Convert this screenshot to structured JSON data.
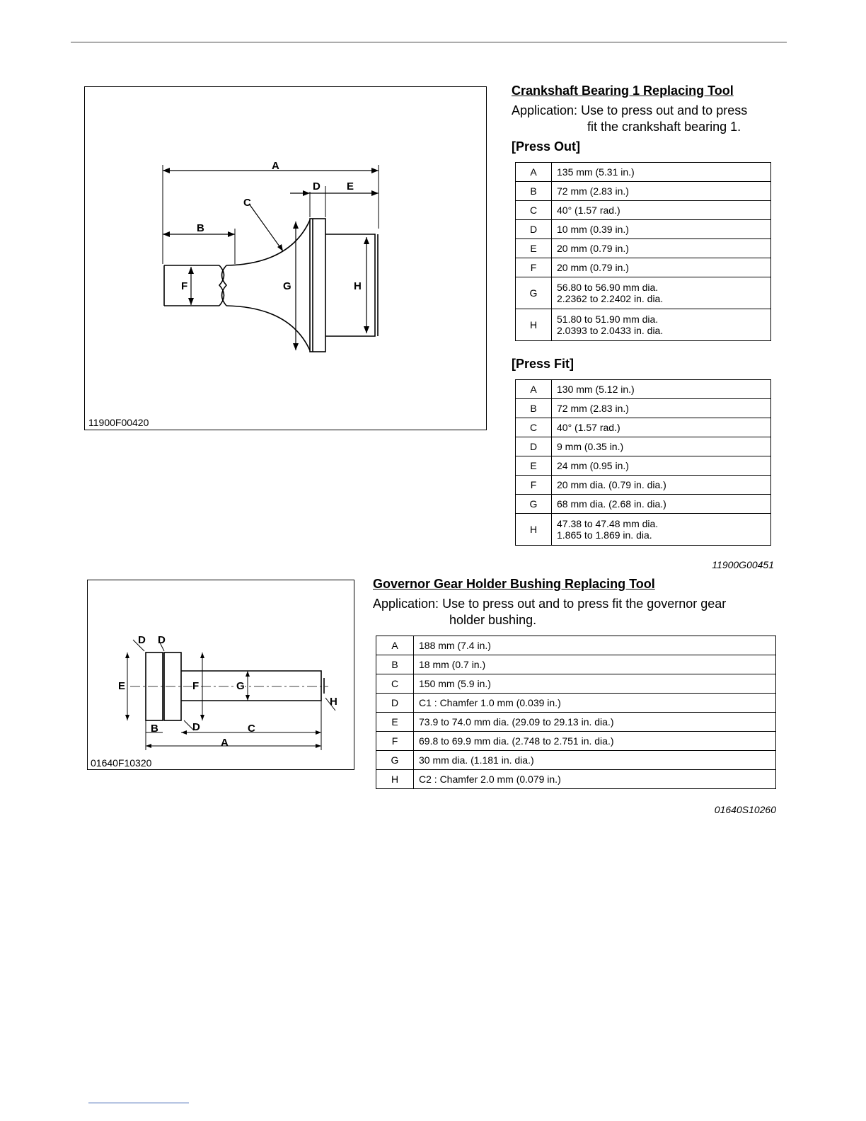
{
  "crankshaft_tool": {
    "title": "Crankshaft Bearing 1 Replacing Tool",
    "application_label": "Application:",
    "application_line1": "Use to press out and to press",
    "application_line2": "fit the crankshaft bearing 1.",
    "figure_code": "11900F00420",
    "figure_labels": [
      "A",
      "B",
      "C",
      "D",
      "E",
      "F",
      "G",
      "H"
    ],
    "press_out": {
      "heading": "[Press Out]",
      "rows": [
        {
          "key": "A",
          "v1": "135 mm (5.31 in.)",
          "v2": ""
        },
        {
          "key": "B",
          "v1": "72 mm (2.83 in.)",
          "v2": ""
        },
        {
          "key": "C",
          "v1": "40° (1.57 rad.)",
          "v2": ""
        },
        {
          "key": "D",
          "v1": "10 mm (0.39 in.)",
          "v2": ""
        },
        {
          "key": "E",
          "v1": "20 mm (0.79 in.)",
          "v2": ""
        },
        {
          "key": "F",
          "v1": "20 mm (0.79 in.)",
          "v2": ""
        },
        {
          "key": "G",
          "v1": "56.80 to 56.90 mm dia.",
          "v2": "2.2362 to 2.2402 in. dia."
        },
        {
          "key": "H",
          "v1": "51.80 to 51.90 mm dia.",
          "v2": "2.0393 to 2.0433 in. dia."
        }
      ]
    },
    "press_fit": {
      "heading": "[Press Fit]",
      "rows": [
        {
          "key": "A",
          "v1": "130 mm (5.12 in.)",
          "v2": ""
        },
        {
          "key": "B",
          "v1": "72 mm (2.83 in.)",
          "v2": ""
        },
        {
          "key": "C",
          "v1": "40° (1.57 rad.)",
          "v2": ""
        },
        {
          "key": "D",
          "v1": "9 mm (0.35 in.)",
          "v2": ""
        },
        {
          "key": "E",
          "v1": "24 mm (0.95 in.)",
          "v2": ""
        },
        {
          "key": "F",
          "v1": "20 mm dia. (0.79 in. dia.)",
          "v2": ""
        },
        {
          "key": "G",
          "v1": "68 mm dia. (2.68 in. dia.)",
          "v2": ""
        },
        {
          "key": "H",
          "v1": "47.38 to 47.48 mm dia.",
          "v2": "1.865 to 1.869 in. dia."
        }
      ]
    },
    "ref_code": "11900G00451"
  },
  "governor_tool": {
    "title": "Governor Gear Holder Bushing Replacing Tool",
    "application_label": "Application:",
    "application_line1": "Use to press out and to press fit the governor gear",
    "application_line2": "holder bushing.",
    "figure_code": "01640F10320",
    "figure_labels": [
      "A",
      "B",
      "C",
      "D",
      "E",
      "F",
      "G",
      "H"
    ],
    "rows": [
      {
        "key": "A",
        "v1": "188 mm (7.4 in.)"
      },
      {
        "key": "B",
        "v1": "18 mm (0.7 in.)"
      },
      {
        "key": "C",
        "v1": "150 mm (5.9 in.)"
      },
      {
        "key": "D",
        "v1": "C1 : Chamfer 1.0 mm (0.039 in.)"
      },
      {
        "key": "E",
        "v1": "73.9 to 74.0 mm dia. (29.09 to 29.13 in. dia.)"
      },
      {
        "key": "F",
        "v1": "69.8 to 69.9 mm dia. (2.748 to 2.751 in. dia.)"
      },
      {
        "key": "G",
        "v1": "30 mm dia. (1.181 in. dia.)"
      },
      {
        "key": "H",
        "v1": "C2 : Chamfer 2.0 mm (0.079 in.)"
      }
    ],
    "ref_code": "01640S10260"
  }
}
